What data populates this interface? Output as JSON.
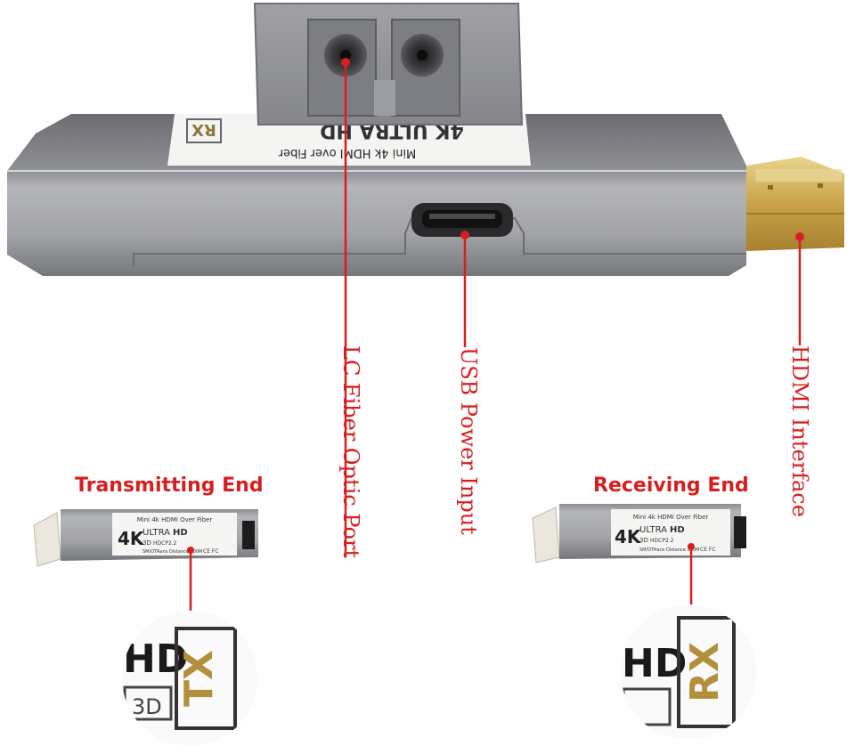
{
  "callouts": {
    "lc_port": "LC Fiber Optic Port",
    "usb": "USB Power Input",
    "hdmi": "HDMI Interface"
  },
  "captions": {
    "tx": "Transmitting End",
    "rx": "Receiving End"
  },
  "big_device_label": {
    "line1": "Mini 4k HDMI over Fiber",
    "brand": "4K ULTRA HD",
    "badge": "RX"
  },
  "small_label": {
    "line1": "Mini 4k HDMI Over Fiber",
    "big": "4K",
    "ultra": "ULTRA",
    "hd": "HD",
    "threed": "3D",
    "hdcp": "HDCP2.2",
    "fine": "SM/OTRans Distance 300M",
    "marks": "CE FC"
  },
  "zoom_tx": {
    "hd": "HD",
    "badge": "TX",
    "threed": "3D"
  },
  "zoom_rx": {
    "hd": "HD",
    "badge": "RX"
  },
  "colors": {
    "accent": "#d81f1f",
    "metal": "#a9a9ad",
    "gold": "#c9a24a"
  }
}
